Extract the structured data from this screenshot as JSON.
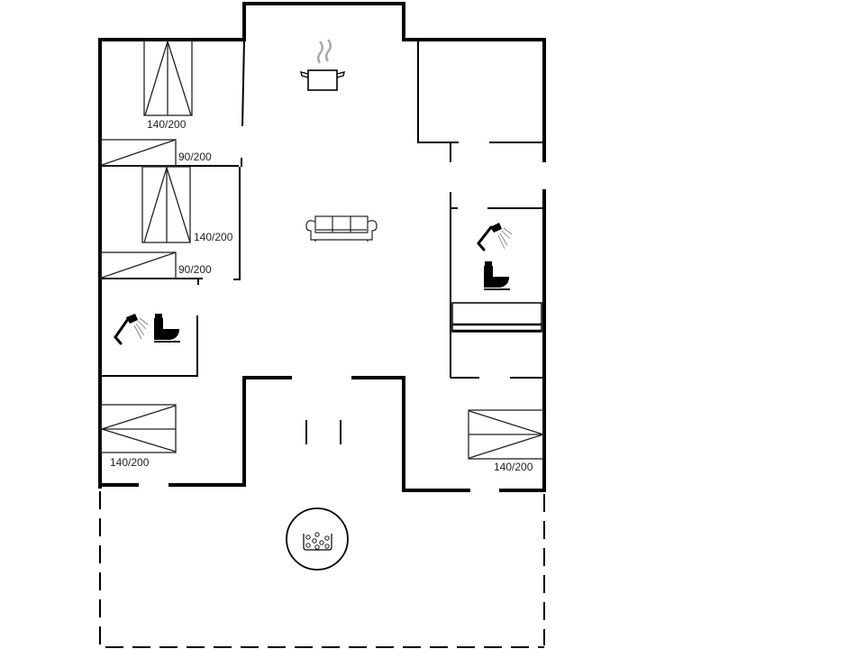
{
  "plan": {
    "type": "floor-plan",
    "wall_color": "#000000",
    "line_color": "#111111",
    "steam_color": "#aaaaaa"
  },
  "beds": [
    {
      "id": "bed-1",
      "label": "140/200",
      "size": "double"
    },
    {
      "id": "bed-2",
      "label": "90/200",
      "size": "single"
    },
    {
      "id": "bed-3",
      "label": "140/200",
      "size": "double"
    },
    {
      "id": "bed-4",
      "label": "90/200",
      "size": "single"
    },
    {
      "id": "bed-5",
      "label": "140/200",
      "size": "double"
    },
    {
      "id": "bed-6",
      "label": "140/200",
      "size": "double"
    }
  ],
  "rooms": [
    {
      "name": "bedroom-top-left"
    },
    {
      "name": "bedroom-middle-left"
    },
    {
      "name": "bathroom-left"
    },
    {
      "name": "bedroom-bottom-left"
    },
    {
      "name": "kitchen-living"
    },
    {
      "name": "room-top-right"
    },
    {
      "name": "bathroom-right"
    },
    {
      "name": "bedroom-bottom-right"
    },
    {
      "name": "terrace"
    }
  ],
  "icons": {
    "kitchen": "cooking-pot-icon",
    "living": "sofa-icon",
    "bath": [
      "shower-icon",
      "toilet-icon"
    ],
    "terrace": "hot-tub-icon"
  }
}
